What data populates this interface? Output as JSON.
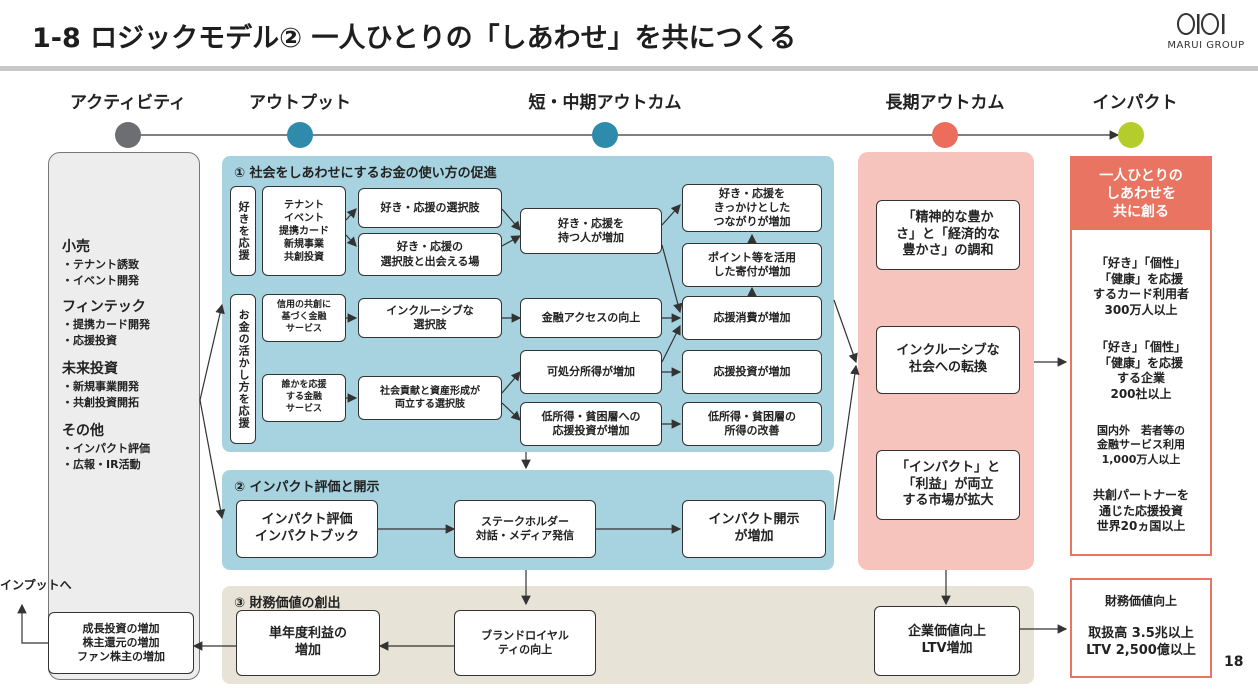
{
  "title": "1-8 ロジックモデル② 一人ひとりの「しあわせ」を共につくる",
  "logo": {
    "mark": "OIOI",
    "text": "MARUI GROUP",
    "icon": "marui-rings-logo"
  },
  "page_number": "18",
  "colors": {
    "activity": "#6d6e71",
    "output": "#2e8bab",
    "mid": "#2e8bab",
    "long": "#ec6d5c",
    "impact": "#b5cd2a",
    "blue_panel": "#a7d3e0",
    "pink_panel": "#f6c4bc",
    "beige_panel": "#e7e3d6",
    "impact_head": "#e87461"
  },
  "stages": {
    "activity": "アクティビティ",
    "output": "アウトプット",
    "mid": "短・中期アウトカム",
    "long": "長期アウトカム",
    "impact": "インパクト"
  },
  "activities": {
    "retail": {
      "head": "小売",
      "items": [
        "・テナント誘致",
        "・イベント開発"
      ]
    },
    "fintech": {
      "head": "フィンテック",
      "items": [
        "・提携カード開発",
        "・応援投資"
      ]
    },
    "future": {
      "head": "未来投資",
      "items": [
        "・新規事業開発",
        "・共創投資開拓"
      ]
    },
    "other": {
      "head": "その他",
      "items": [
        "・インパクト評価",
        "・広報・IR活動"
      ]
    }
  },
  "section1": {
    "title": "① 社会をしあわせにするお金の使い方の促進",
    "v1": "好きを応援",
    "v2": "お金の活かし方を応援",
    "tenant": "テナント\nイベント\n提携カード\n新規事業\n共創投資",
    "choice": "好き・応援の選択肢",
    "meet": "好き・応援の\n選択肢と出会える場",
    "people": "好き・応援を\n持つ人が増加",
    "connect": "好き・応援を\nきっかけとした\nつながりが増加",
    "donation": "ポイント等を活用\nした寄付が増加",
    "credit": "信用の共創に\n基づく金融\nサービス",
    "inclusive": "インクルーシブな\n選択肢",
    "access": "金融アクセスの向上",
    "consume": "応援消費が増加",
    "fin_service": "誰かを応援\nする金融\nサービス",
    "social": "社会貢献と資産形成が\n両立する選択肢",
    "disposable": "可処分所得が増加",
    "invest": "応援投資が増加",
    "low_income": "低所得・貧困層への\n応援投資が増加",
    "improve": "低所得・貧困層の\n所得の改善"
  },
  "section2": {
    "title": "② インパクト評価と開示",
    "eval": "インパクト評価\nインパクトブック",
    "dialogue": "ステークホルダー\n対話・メディア発信",
    "disclose": "インパクト開示\nが増加"
  },
  "section3": {
    "title": "③ 財務価値の創出",
    "to_input": "インプットへ",
    "growth": "成長投資の増加\n株主還元の増加\nファン株主の増加",
    "profit": "単年度利益の\n増加",
    "brand": "ブランドロイヤル\nティの向上",
    "corp_value": "企業価値向上\nLTV増加"
  },
  "long_term": {
    "harmony": "「精神的な豊か\nさ」と「経済的な\n豊かさ」の調和",
    "inclusive_society": "インクルーシブな\n社会への転換",
    "market": "「インパクト」と\n「利益」が両立\nする市場が拡大"
  },
  "impact": {
    "head": "一人ひとりの\nしあわせを\n共に創る",
    "t1": "「好き」「個性」\n「健康」を応援\nするカード利用者\n300万人以上",
    "t2": "「好き」「個性」\n「健康」を応援\nする企業\n200社以上",
    "t3": "国内外　若者等の\n金融サービス利用\n1,000万人以上",
    "t4": "共創パートナーを\n通じた応援投資\n世界20ヵ国以上",
    "fin_head": "財務価値向上",
    "fin_body": "取扱高 3.5兆以上\nLTV 2,500億以上"
  }
}
